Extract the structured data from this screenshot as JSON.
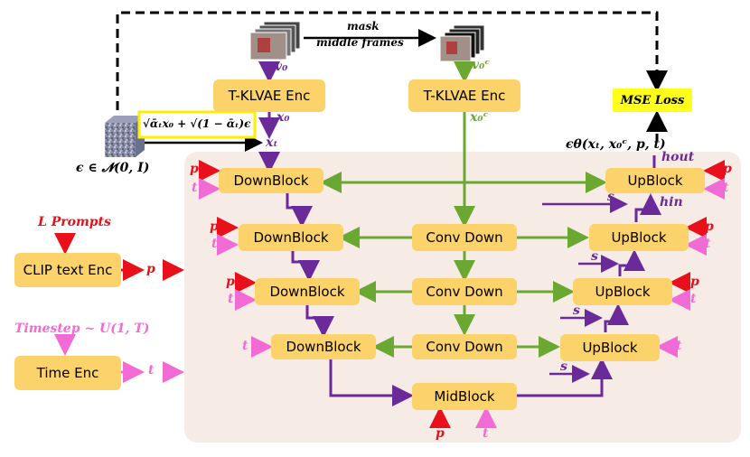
{
  "boxes": {
    "tklvae_enc_1": "T-KLVAE Enc",
    "tklvae_enc_2": "T-KLVAE Enc",
    "mse_loss": "MSE Loss",
    "clip_text_enc": "CLIP text Enc",
    "time_enc": "Time Enc",
    "down_block": "DownBlock",
    "conv_down": "Conv Down",
    "up_block": "UpBlock",
    "mid_block": "MidBlock"
  },
  "labels": {
    "mask": "mask",
    "middle_frames": "middle frames",
    "v0": "v₀",
    "v0c": "v₀ᶜ",
    "x0": "x₀",
    "x0c": "x₀ᶜ",
    "xt": "xₜ",
    "noise_formula": "√ᾱₜx₀ + √(1 − ᾱₜ)ϵ",
    "epsilon": "ϵ ∈ 𝓝(0, I)",
    "eps_theta": "ϵθ(xₜ, x₀ᶜ, p, t)",
    "h_out": "hout",
    "h_in": "hin",
    "l_prompts": "L Prompts",
    "timestep": "Timestep ~ U(1, T)",
    "p": "p",
    "t": "t",
    "s": "s"
  },
  "colors": {
    "box_fill": "#fcd26a",
    "panel_fill": "#f7ebe6",
    "red": "#e8101a",
    "pink": "#f26bd5",
    "purple": "#6a2a9a",
    "green": "#6aa832",
    "mse_fill": "#ffff1a"
  }
}
